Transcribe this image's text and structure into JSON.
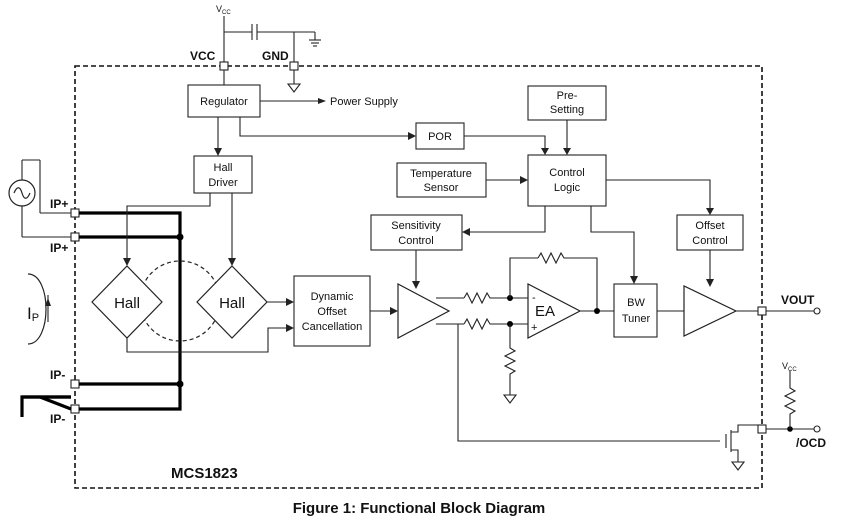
{
  "supply": {
    "vcc_top": "V",
    "vcc_top_sub": "CC",
    "vcc_bottom": "V",
    "vcc_bottom_sub": "CC"
  },
  "pins": {
    "vcc": "VCC",
    "gnd": "GND",
    "ip_plus_1": "IP+",
    "ip_plus_2": "IP+",
    "ip_minus_1": "IP-",
    "ip_minus_2": "IP-",
    "vout": "VOUT",
    "ocd": "/OCD"
  },
  "current": {
    "symbol": "I",
    "sub": "P"
  },
  "blocks": {
    "regulator": "Regulator",
    "power_supply": "Power Supply",
    "por": "POR",
    "presetting_1": "Pre-",
    "presetting_2": "Setting",
    "hall_driver_1": "Hall",
    "hall_driver_2": "Driver",
    "temp_sensor_1": "Temperature",
    "temp_sensor_2": "Sensor",
    "control_logic_1": "Control",
    "control_logic_2": "Logic",
    "sens_control_1": "Sensitivity",
    "sens_control_2": "Control",
    "offset_control_1": "Offset",
    "offset_control_2": "Control",
    "hall_left": "Hall",
    "hall_right": "Hall",
    "dyn_offset_1": "Dynamic",
    "dyn_offset_2": "Offset",
    "dyn_offset_3": "Cancellation",
    "ea": "EA",
    "ea_minus": "-",
    "ea_plus": "+",
    "bw_tuner_1": "BW",
    "bw_tuner_2": "Tuner"
  },
  "chip_name": "MCS1823",
  "caption": "Figure 1: Functional Block Diagram"
}
